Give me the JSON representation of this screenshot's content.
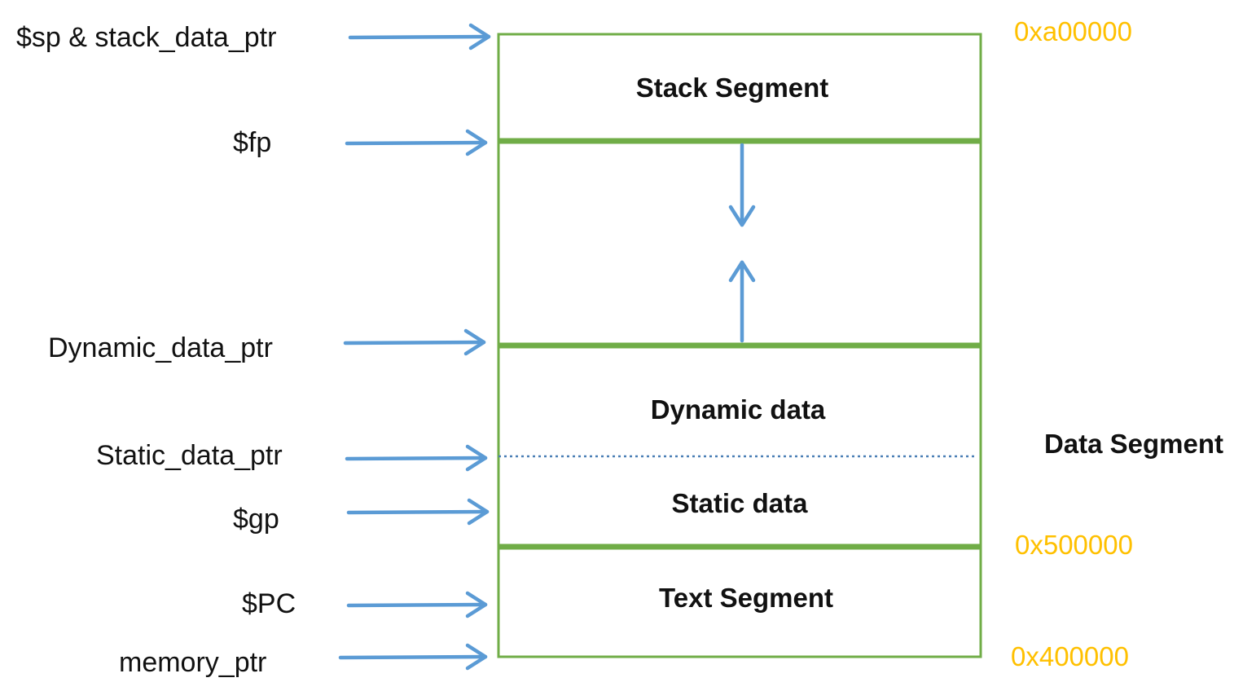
{
  "colors": {
    "box_stroke": "#70ad47",
    "arrow": "#5b9bd5",
    "address": "#ffc000",
    "text": "#111111",
    "dotted_line": "#4a7fb5"
  },
  "pointers": [
    {
      "id": "sp",
      "label": "$sp & stack_data_ptr"
    },
    {
      "id": "fp",
      "label": "$fp"
    },
    {
      "id": "dynamic",
      "label": "Dynamic_data_ptr"
    },
    {
      "id": "static",
      "label": "Static_data_ptr"
    },
    {
      "id": "gp",
      "label": "$gp"
    },
    {
      "id": "pc",
      "label": "$PC"
    },
    {
      "id": "memory",
      "label": "memory_ptr"
    }
  ],
  "segments": {
    "stack": "Stack Segment",
    "dynamic": "Dynamic data",
    "static": "Static data",
    "text": "Text Segment",
    "data_segment": "Data Segment"
  },
  "addresses": {
    "top": "0xa00000",
    "middle": "0x500000",
    "bottom": "0x400000"
  }
}
